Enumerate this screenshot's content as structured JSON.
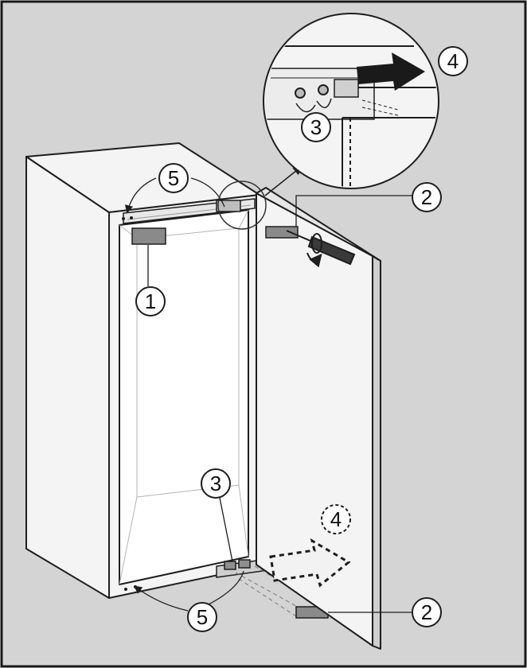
{
  "colors": {
    "background": "#d4d4d4",
    "border": "#1a1a1a",
    "line": "#1e1e1e",
    "panel": "#f4f4f4",
    "thin": "#9a9a9a",
    "arrow_fill": "#1a1a1a",
    "arrow_dashed_fill": "#f2f2f2"
  },
  "callouts": [
    {
      "id": "callout-1",
      "label": "1"
    },
    {
      "id": "callout-2-top",
      "label": "2"
    },
    {
      "id": "callout-2-bottom",
      "label": "2"
    },
    {
      "id": "callout-3-top",
      "label": "3"
    },
    {
      "id": "callout-3-bottom",
      "label": "3"
    },
    {
      "id": "callout-4-top",
      "label": "4"
    },
    {
      "id": "callout-4-bottom",
      "label": "4"
    },
    {
      "id": "callout-5-top",
      "label": "5"
    },
    {
      "id": "callout-5-bottom",
      "label": "5"
    }
  ],
  "icons": [
    "refrigerator-cabinet",
    "door-panel",
    "hinge",
    "screwdriver",
    "magnifier-detail",
    "push-arrow",
    "dashed-push-arrow",
    "rotation-arrow"
  ]
}
